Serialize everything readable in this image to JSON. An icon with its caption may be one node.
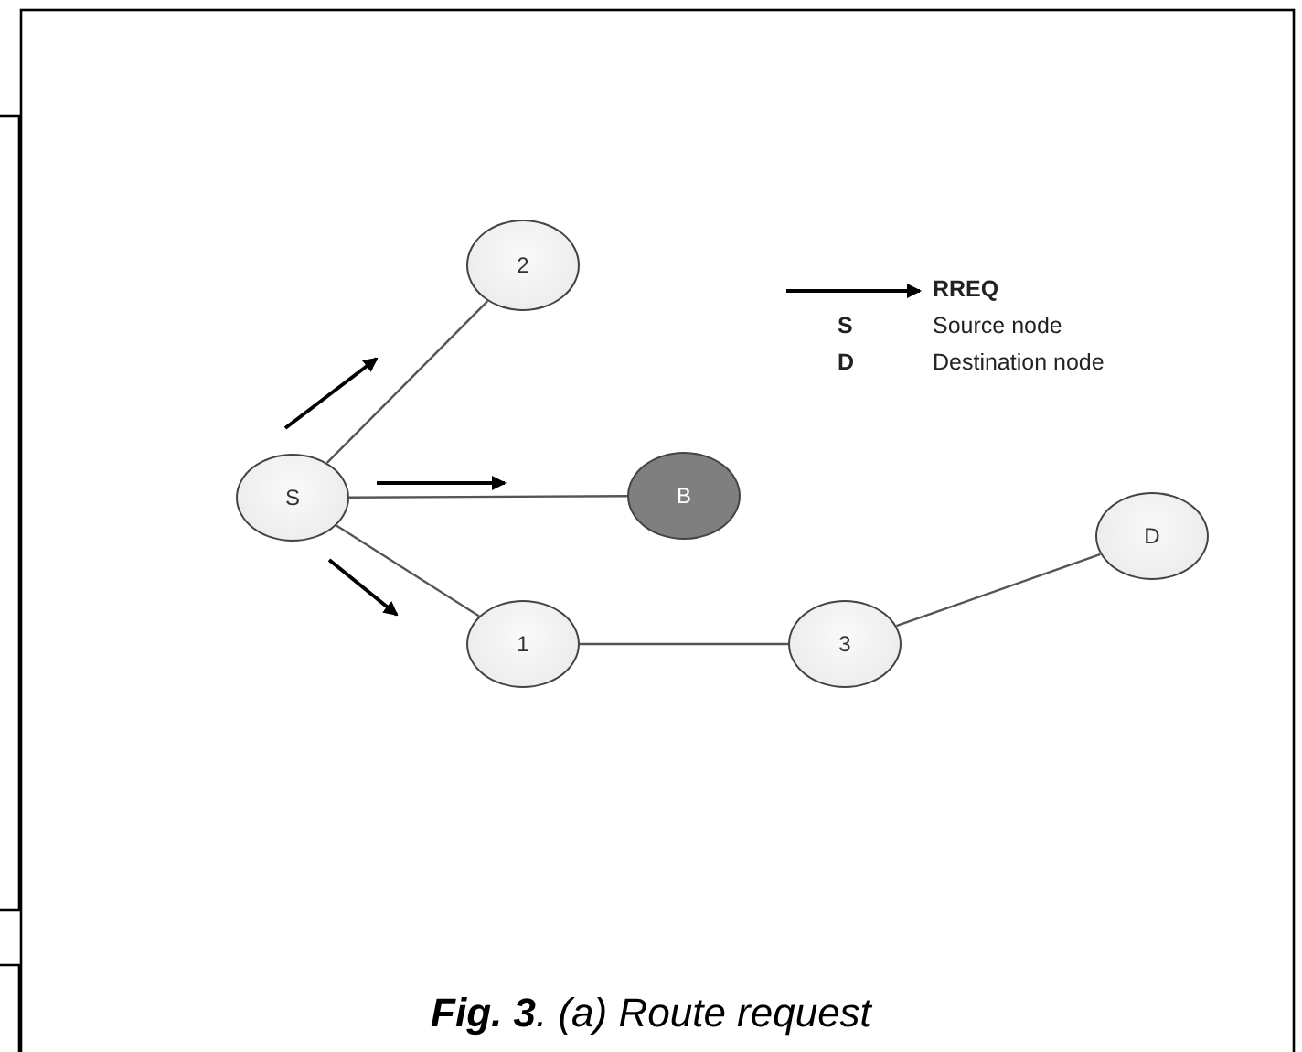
{
  "diagram": {
    "caption": "**Fig. 3**. (a) Route request",
    "nodes": [
      {
        "text": [
          "2"
        ]
      },
      {
        "text": [
          "S"
        ]
      },
      {
        "text": [
          "B"
        ]
      },
      {
        "text": [
          "1"
        ]
      },
      {
        "text": [
          "3"
        ]
      },
      {
        "text": [
          "D"
        ]
      }
    ],
    "edges": [
      {
        "from": 1,
        "to": 0,
        "arrow": "none"
      },
      {
        "from": 1,
        "to": 2,
        "arrow": "none"
      },
      {
        "from": 1,
        "to": 3,
        "arrow": "none"
      },
      {
        "from": 3,
        "to": 4,
        "arrow": "none"
      },
      {
        "from": 4,
        "to": 5,
        "arrow": "none"
      }
    ],
    "labels": [
      "S",
      "Source node",
      "D",
      "Destination node"
    ],
    "legend": [
      {
        "text": "RREQ"
      }
    ]
  }
}
